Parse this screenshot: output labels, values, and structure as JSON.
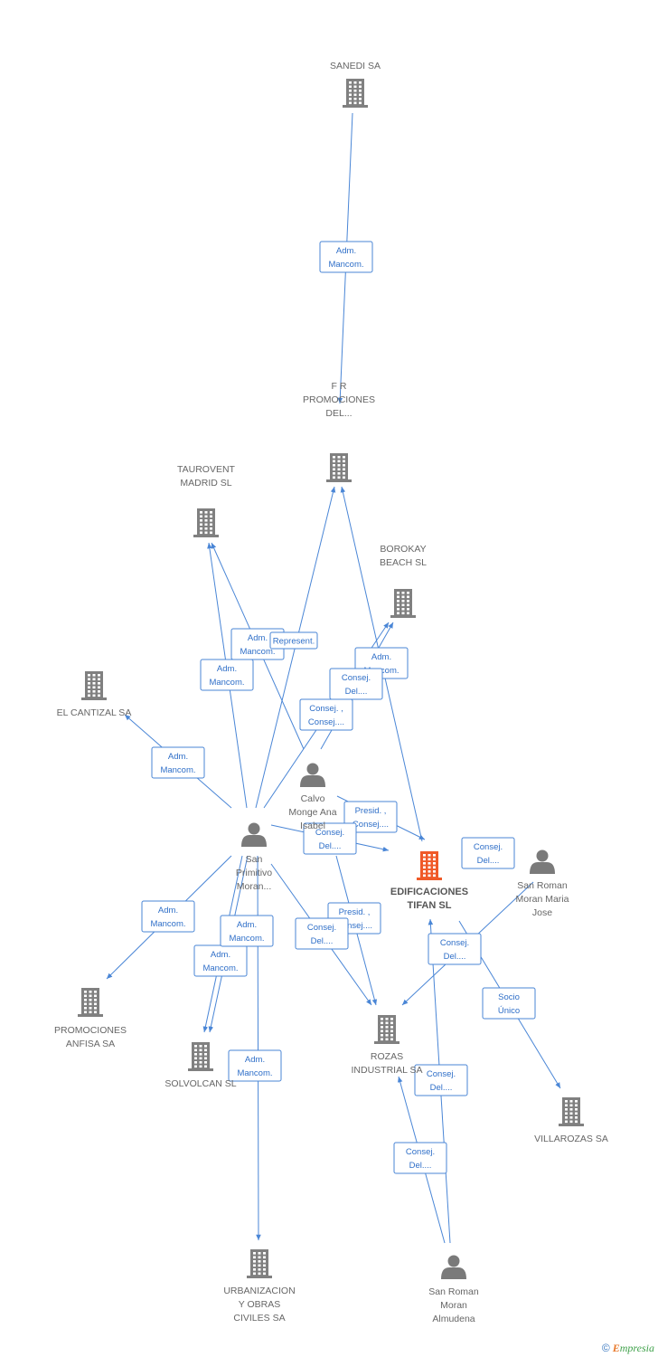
{
  "colors": {
    "edge": "#4a86d6",
    "company": "#808080",
    "company_main": "#f05a28",
    "person": "#7a7a7a"
  },
  "nodes": [
    {
      "id": "sanedi",
      "type": "company",
      "label": [
        "SANEDI SA"
      ]
    },
    {
      "id": "frpromo",
      "type": "company",
      "label": [
        "F R",
        "PROMOCIONES",
        "DEL..."
      ]
    },
    {
      "id": "taurovent",
      "type": "company",
      "label": [
        "TAUROVENT",
        "MADRID SL"
      ]
    },
    {
      "id": "borokay",
      "type": "company",
      "label": [
        "BOROKAY",
        "BEACH SL"
      ]
    },
    {
      "id": "cantizal",
      "type": "company",
      "label": [
        "EL CANTIZAL SA"
      ]
    },
    {
      "id": "calvo",
      "type": "person",
      "label": [
        "Calvo",
        "Monge Ana",
        "Isabel"
      ]
    },
    {
      "id": "primitivo",
      "type": "person",
      "label": [
        "San",
        "Primitivo",
        "Moran..."
      ]
    },
    {
      "id": "tifan",
      "type": "company_main",
      "label": [
        "EDIFICACIONES",
        "TIFAN SL"
      ]
    },
    {
      "id": "mariajose",
      "type": "person",
      "label": [
        "San Roman",
        "Moran Maria",
        "Jose"
      ]
    },
    {
      "id": "anfisa",
      "type": "company",
      "label": [
        "PROMOCIONES",
        "ANFISA SA"
      ]
    },
    {
      "id": "solvolcan",
      "type": "company",
      "label": [
        "SOLVOLCAN SL"
      ]
    },
    {
      "id": "rozas",
      "type": "company",
      "label": [
        "ROZAS",
        "INDUSTRIAL SA"
      ]
    },
    {
      "id": "villarozas",
      "type": "company",
      "label": [
        "VILLAROZAS SA"
      ]
    },
    {
      "id": "urbanizacion",
      "type": "company",
      "label": [
        "URBANIZACION",
        "Y OBRAS",
        "CIVILES SA"
      ]
    },
    {
      "id": "almudena",
      "type": "person",
      "label": [
        "San Roman",
        "Moran",
        "Almudena"
      ]
    }
  ],
  "edges": [
    {
      "from": "sanedi",
      "to": "frpromo",
      "label": [
        "Adm.",
        "Mancom."
      ]
    },
    {
      "from": "primitivo",
      "to": "taurovent",
      "label": [
        "Adm.",
        "Mancom."
      ]
    },
    {
      "from": "calvo",
      "to": "taurovent",
      "label": [
        "Adm.",
        "Mancom."
      ]
    },
    {
      "from": "calvo",
      "to": "taurovent",
      "label": [
        "Represent."
      ]
    },
    {
      "from": "primitivo",
      "to": "frpromo",
      "label": [
        "Consej. ,",
        "Consej...."
      ]
    },
    {
      "from": "tifan",
      "to": "frpromo",
      "label": [
        "Adm.",
        "Mancom."
      ]
    },
    {
      "from": "calvo",
      "to": "borokay",
      "label": [
        "Consej.",
        "Del...."
      ]
    },
    {
      "from": "primitivo",
      "to": "borokay",
      "label": [
        "Consej. ,",
        "Consej...."
      ]
    },
    {
      "from": "primitivo",
      "to": "cantizal",
      "label": [
        "Adm.",
        "Mancom."
      ]
    },
    {
      "from": "calvo",
      "to": "tifan",
      "label": [
        "Presid. ,",
        "Consej...."
      ]
    },
    {
      "from": "primitivo",
      "to": "tifan",
      "label": [
        "Consej.",
        "Del...."
      ]
    },
    {
      "from": "mariajose",
      "to": "tifan",
      "label": [
        "Consej.",
        "Del...."
      ]
    },
    {
      "from": "primitivo",
      "to": "anfisa",
      "label": [
        "Adm.",
        "Mancom."
      ]
    },
    {
      "from": "primitivo",
      "to": "solvolcan",
      "label": [
        "Adm.",
        "Mancom."
      ]
    },
    {
      "from": "primitivo",
      "to": "solvolcan",
      "label": [
        "Adm.",
        "Mancom."
      ]
    },
    {
      "from": "calvo",
      "to": "rozas",
      "label": [
        "Presid. ,",
        "Consej...."
      ]
    },
    {
      "from": "primitivo",
      "to": "rozas",
      "label": [
        "Consej.",
        "Del...."
      ]
    },
    {
      "from": "mariajose",
      "to": "rozas",
      "label": [
        "Consej.",
        "Del...."
      ]
    },
    {
      "from": "tifan",
      "to": "villarozas",
      "label": [
        "Socio",
        "Único"
      ]
    },
    {
      "from": "primitivo",
      "to": "urbanizacion",
      "label": [
        "Adm.",
        "Mancom."
      ]
    },
    {
      "from": "almudena",
      "to": "tifan",
      "label": [
        "Consej.",
        "Del...."
      ]
    },
    {
      "from": "almudena",
      "to": "rozas",
      "label": [
        "Consej.",
        "Del...."
      ]
    }
  ],
  "footer": {
    "copyright": "©",
    "brand_first": "E",
    "brand_rest": "mpresia"
  }
}
